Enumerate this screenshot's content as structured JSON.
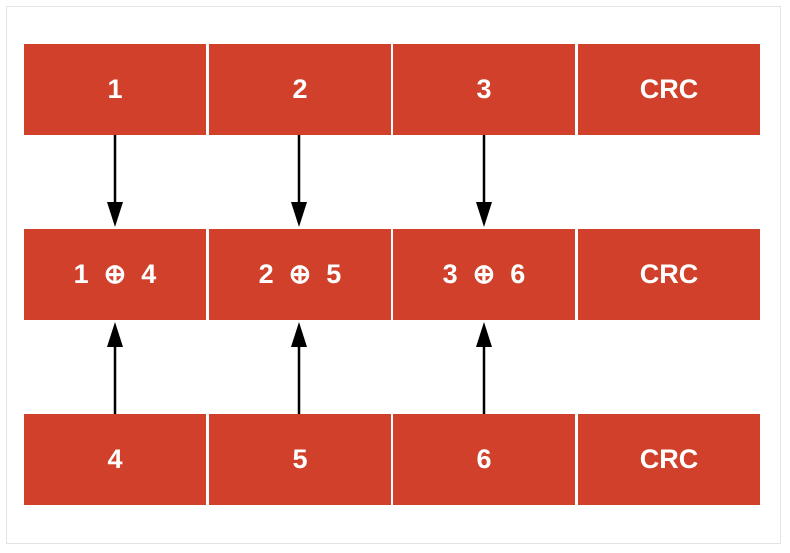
{
  "diagram": {
    "top_row": [
      "1",
      "2",
      "3",
      "CRC"
    ],
    "middle_row": [
      "1  ⊕  4",
      "2  ⊕  5",
      "3  ⊕  6",
      "CRC"
    ],
    "bottom_row": [
      "4",
      "5",
      "6",
      "CRC"
    ],
    "colors": {
      "block": "#d0402a",
      "text": "#ffffff",
      "arrow": "#000000"
    }
  }
}
